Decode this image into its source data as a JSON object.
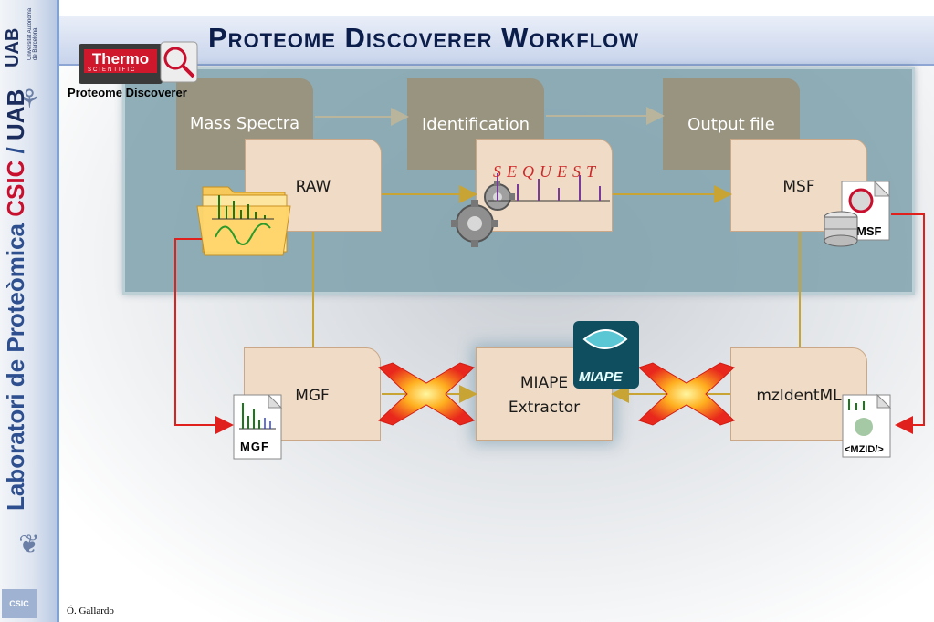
{
  "title": "Proteome Discoverer Workflow",
  "sidebar": {
    "text_lab": "Laboratori de Proteòmica",
    "text_csic": "CSIC",
    "text_sep": " / ",
    "text_uab": "UAB",
    "uab_logo": "UAB",
    "uab_sub": "Universitat Autònoma de Barcelona",
    "csic_logo": "CSIC"
  },
  "logo": {
    "brand": "Thermo",
    "brand_sub": "SCIENTIFIC",
    "product": "Proteome Discoverer"
  },
  "stages": {
    "mass_spectra": "Mass Spectra",
    "identification": "Identification",
    "output_file": "Output file"
  },
  "files": {
    "raw": "RAW",
    "msf": "MSF",
    "mgf": "MGF",
    "miape_line1": "MIAPE",
    "miape_line2": "Extractor",
    "mzidentml": "mzIdentML"
  },
  "icons": {
    "sequest_letters": "SEQUEST",
    "msf_label": "MSF",
    "mgf_label": "MGF",
    "mzid_label": "<MZID/>",
    "miape_label": "MIAPE"
  },
  "footer": "Ó. Gallardo",
  "colors": {
    "arrow_gold": "#c8a434",
    "arrow_gray": "#b9b49c",
    "arrow_red": "#e0201c",
    "cross_red": "#e8281c",
    "cross_orange": "#ffb020"
  }
}
